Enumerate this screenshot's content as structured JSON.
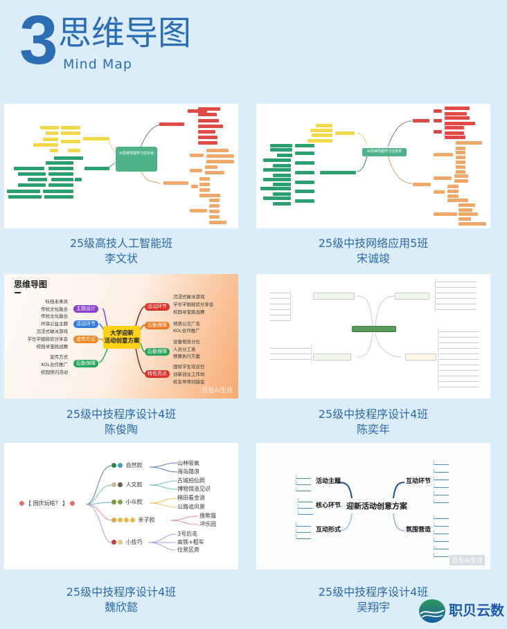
{
  "header": {
    "number": "3",
    "title": "思维导图",
    "subtitle": "Mind Map"
  },
  "brand": {
    "name": "职贝云数",
    "primary_color": "#2c6db4"
  },
  "cards": [
    {
      "class": "25级高技人工智能班",
      "student": "李文状",
      "center": "AI思维导图学习任务单"
    },
    {
      "class": "25级中技网络应用5班",
      "student": "宋诚竣",
      "center": "AI思维导图学习任务单"
    },
    {
      "class": "25级中技程序设计4班",
      "student": "陈俊陶",
      "title": "思维导图",
      "center_line1": "大学迎新",
      "center_line2": "活动创意方案",
      "watermark": "豆包AI生成",
      "left": [
        {
          "label": "主题设计",
          "color": "#8a3fd1",
          "leaves": [
            "科技未来风",
            "传统文化融合",
            "传统文化融合"
          ]
        },
        {
          "label": "活动环节",
          "color": "#2f7de1",
          "leaves": [
            "环保公益主题"
          ]
        },
        {
          "label": "宣传方式",
          "color": "#f08a24",
          "leaves": [
            "沉浸式破冰游戏",
            "学长学姐经验分享会",
            "校园寻宝挑战赛"
          ]
        },
        {
          "label": "后勤保障",
          "color": "#27a35a",
          "leaves": [
            "宣传方式",
            "KOL合作推广",
            "校园快闪活动"
          ]
        }
      ],
      "right": [
        {
          "label": "活动环节",
          "color": "#e0302a",
          "leaves": [
            "沉浸式破冰游戏",
            "学长学姐经验分享会",
            "校园寻宝挑战赛"
          ]
        },
        {
          "label": "后勤保障",
          "color": "#f07a24",
          "leaves": [
            "地铁公交广告",
            "KOL合作推广"
          ]
        },
        {
          "label": "后勤保障",
          "color": "#27a35a",
          "leaves": [
            "设备租赁分位",
            "人员分工表",
            "预算执行方案"
          ]
        },
        {
          "label": "特色亮点",
          "color": "#e0302a",
          "leaves": [
            "国际学生欢迎日",
            "创新创业工作坊",
            "校友导师对接会"
          ]
        }
      ]
    },
    {
      "class": "25级中技程序设计4班",
      "student": "陈奕年"
    },
    {
      "class": "25级中技程序设计4班",
      "student": "魏欣懿",
      "root": "【 国庆玩啥？ 】",
      "branches": [
        {
          "label": "自然款",
          "color": "#5a7bb5",
          "leaves": [
            "山林吸氧",
            "海岛踏浪"
          ]
        },
        {
          "label": "人文款",
          "color": "#6bbfb0",
          "leaves": [
            "古城拍仙照",
            "博物馆涨见识"
          ]
        },
        {
          "label": "小众款",
          "color": "#e8c15a",
          "leaves": [
            "梯田看金浪",
            "公路追风景"
          ]
        },
        {
          "label": "亲子款",
          "color": "#e08aa0",
          "leaves": [
            "撸熊猫",
            "冲乐园"
          ]
        },
        {
          "label": "小技巧",
          "color": "#b59ad8",
          "leaves": [
            "3号后走",
            "高铁+租车",
            "住景区旁"
          ]
        }
      ]
    },
    {
      "class": "25级中技程序设计4班",
      "student": "吴翔宇",
      "center": "迎新活动创意方案",
      "watermark": "豆包AI生成",
      "left": [
        "活动主题",
        "核心环节",
        "互动形式"
      ],
      "right": [
        "互动环节",
        "氛围营造"
      ]
    }
  ]
}
